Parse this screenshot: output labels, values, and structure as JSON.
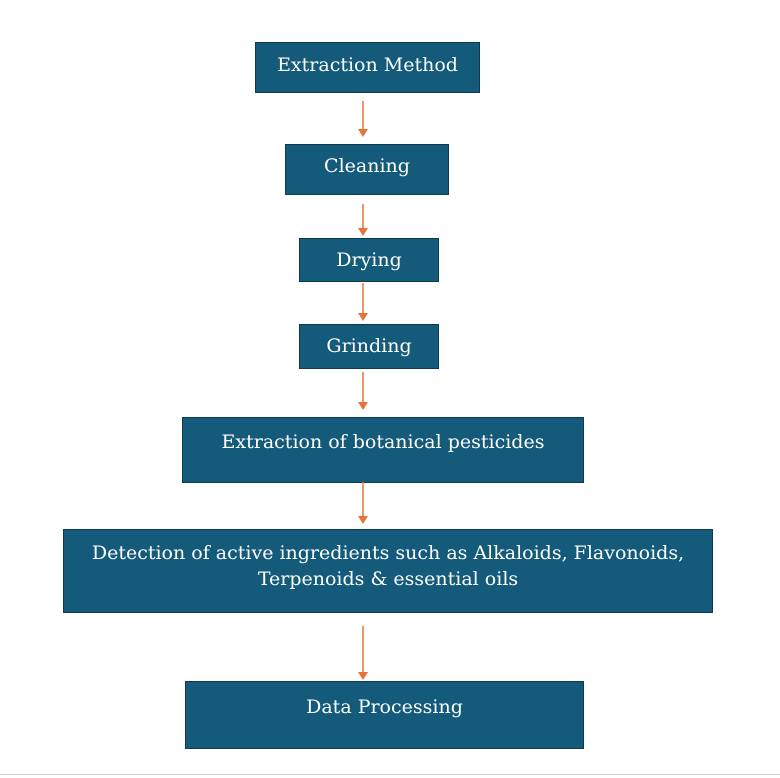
{
  "flowchart": {
    "steps": [
      {
        "label": "Extraction Method"
      },
      {
        "label": "Cleaning"
      },
      {
        "label": "Drying"
      },
      {
        "label": "Grinding"
      },
      {
        "label": "Extraction of botanical pesticides"
      },
      {
        "lines": [
          "Detection of active ingredients such as Alkaloids, Flavonoids,",
          "Terpenoids & essential oils"
        ]
      },
      {
        "label": "Data Processing"
      }
    ],
    "box_color": "#145a7a",
    "arrow_color": "#e8733a"
  }
}
